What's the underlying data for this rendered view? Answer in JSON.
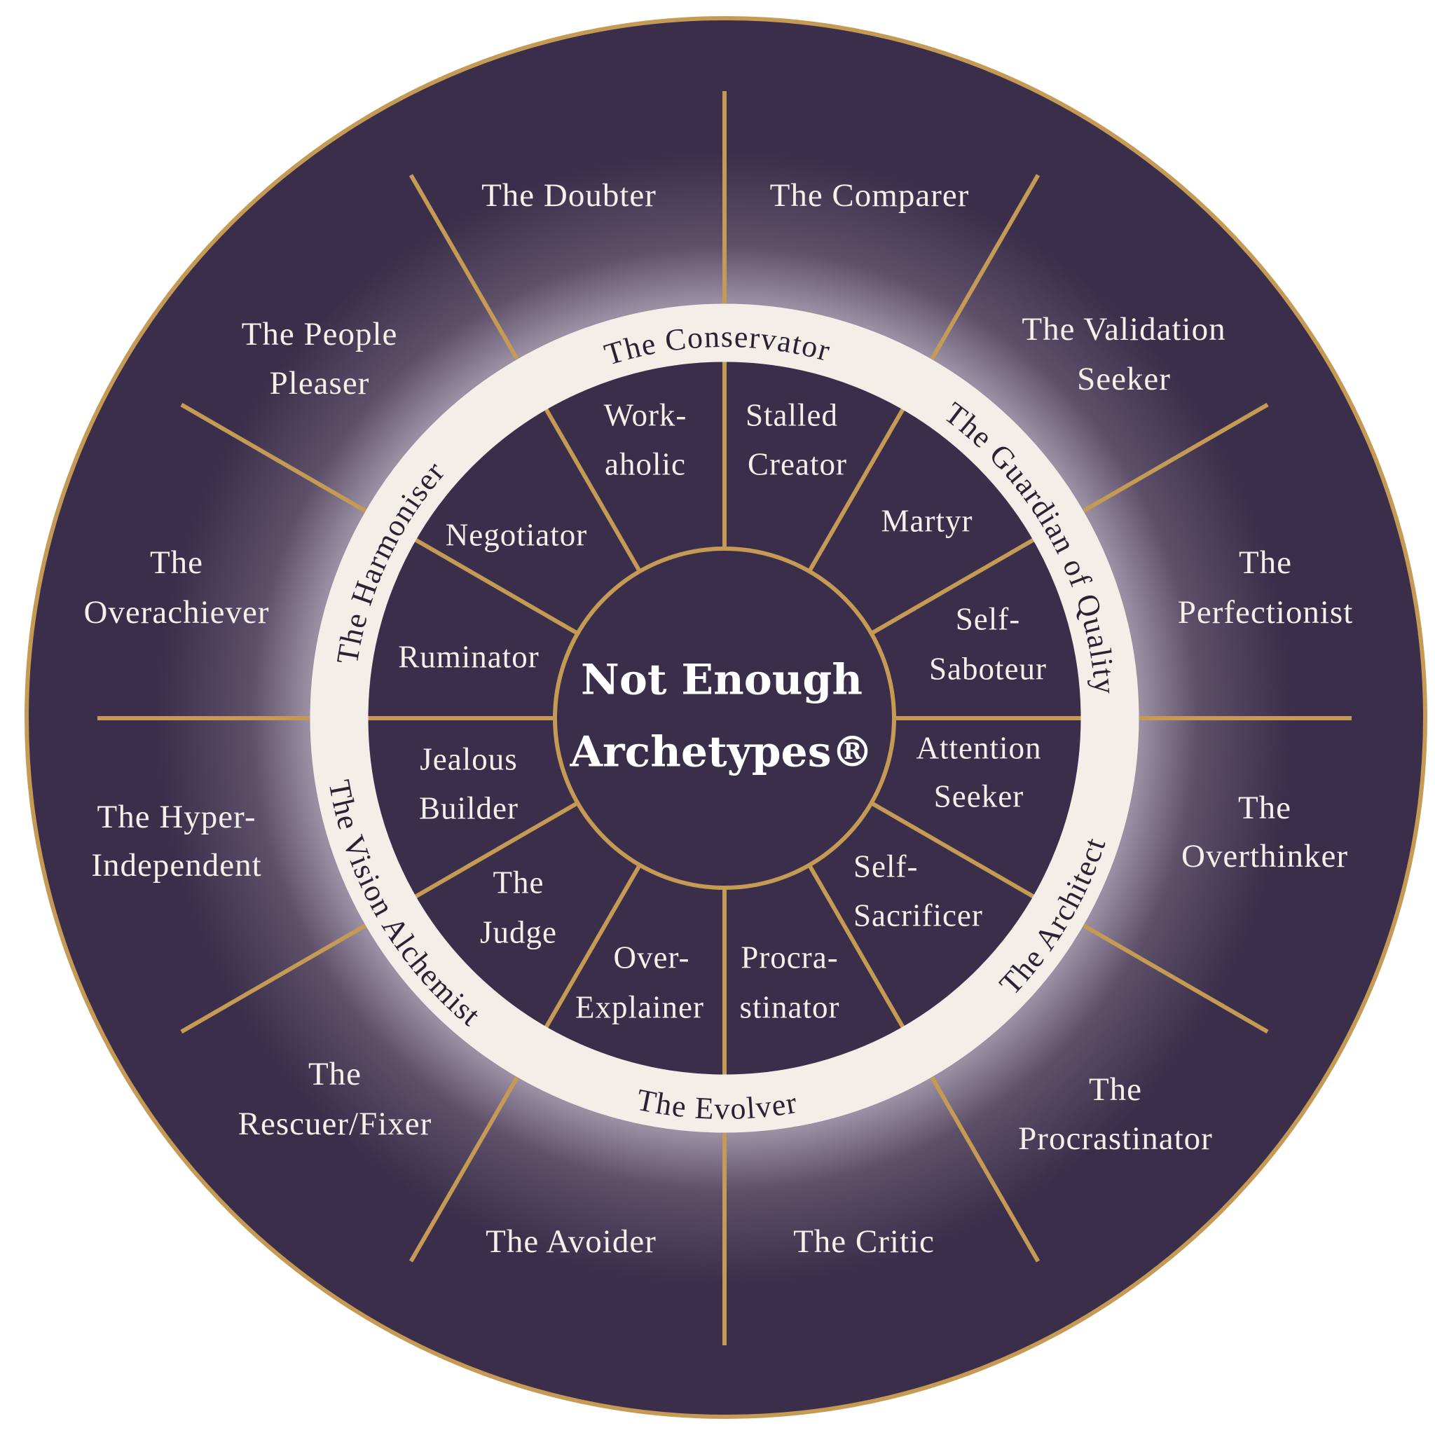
{
  "title": {
    "line1": "Not Enough",
    "line2": "Archetypes®"
  },
  "colors": {
    "background": "#3a2e4a",
    "gold": "#c49a54",
    "ring": "#f3efe8",
    "text": "#f4f0ea"
  },
  "ring_labels": {
    "conservator": "The Conservator",
    "guardian": "The Guardian of Quality",
    "architect": "The Architect",
    "evolver": "The Evolver",
    "vision_alchemist": "The Vision Alchemist",
    "harmoniser": "The Harmoniser"
  },
  "outer": {
    "doubter": "The Doubter",
    "comparer": "The Comparer",
    "validation": [
      "The Validation",
      "Seeker"
    ],
    "perfectionist": [
      "The",
      "Perfectionist"
    ],
    "overthinker": [
      "The",
      "Overthinker"
    ],
    "procrastinator": [
      "The",
      "Procrastinator"
    ],
    "critic": "The Critic",
    "avoider": "The Avoider",
    "rescuer": [
      "The",
      "Rescuer/Fixer"
    ],
    "hyper": [
      "The Hyper-",
      "Independent"
    ],
    "overachiever": [
      "The",
      "Overachiever"
    ],
    "pleaser": [
      "The People",
      "Pleaser"
    ]
  },
  "inner": {
    "workaholic": [
      "Work-",
      "aholic"
    ],
    "stalled": [
      "Stalled",
      "Creator"
    ],
    "martyr": "Martyr",
    "saboteur": [
      "Self-",
      "Saboteur"
    ],
    "attention": [
      "Attention",
      "Seeker"
    ],
    "sacrificer": [
      "Self-",
      "Sacrificer"
    ],
    "procrastinator": [
      "Procra-",
      "stinator"
    ],
    "explainer": [
      "Over-",
      "Explainer"
    ],
    "judge": [
      "The",
      "Judge"
    ],
    "jealous": [
      "Jealous",
      "Builder"
    ],
    "ruminator": "Ruminator",
    "negotiator": "Negotiator"
  }
}
